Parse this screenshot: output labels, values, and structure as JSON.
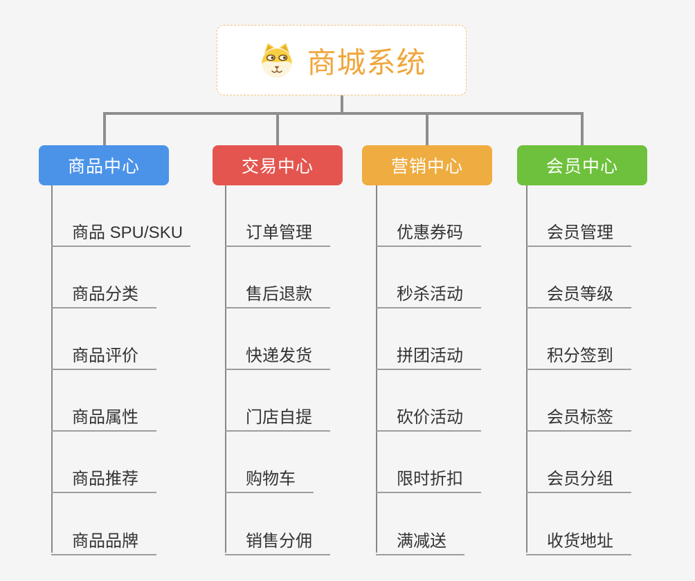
{
  "root": {
    "title": "商城系统",
    "icon": "dog-face-icon"
  },
  "branches": [
    {
      "label": "商品中心",
      "color": "#4b93e8",
      "items": [
        "商品 SPU/SKU",
        "商品分类",
        "商品评价",
        "商品属性",
        "商品推荐",
        "商品品牌"
      ]
    },
    {
      "label": "交易中心",
      "color": "#e4554f",
      "items": [
        "订单管理",
        "售后退款",
        "快递发货",
        "门店自提",
        "购物车",
        "销售分佣"
      ]
    },
    {
      "label": "营销中心",
      "color": "#efac40",
      "items": [
        "优惠券码",
        "秒杀活动",
        "拼团活动",
        "砍价活动",
        "限时折扣",
        "满减送"
      ]
    },
    {
      "label": "会员中心",
      "color": "#6ec13c",
      "items": [
        "会员管理",
        "会员等级",
        "积分签到",
        "会员标签",
        "会员分组",
        "收货地址"
      ]
    }
  ],
  "colors": {
    "canvas_background": "#f5f5f5",
    "root_accent": "#f0a63c",
    "root_border": "#f2c277",
    "connector": "#8e8e8e",
    "underline": "#9c9c9c",
    "leaf_text": "#333333",
    "branch_text": "#ffffff"
  }
}
